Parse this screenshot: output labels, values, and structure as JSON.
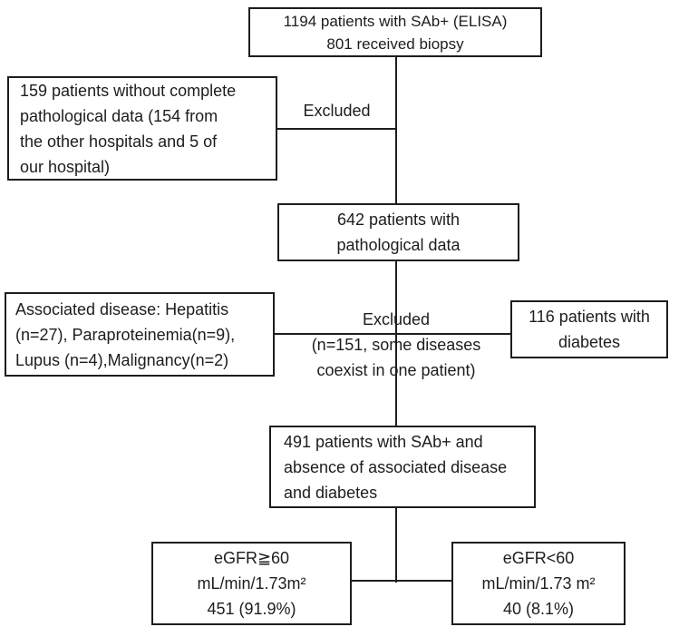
{
  "figure": {
    "type": "patient-flow-diagram",
    "background_color": "#ffffff",
    "line_color": "#1d1d1d",
    "text_color": "#1d1d1d"
  },
  "boxes": {
    "top_cohort": {
      "lines": [
        "1194 patients with SAb+ (ELISA)",
        "801 received biopsy"
      ]
    },
    "excluded_no_pathology": {
      "lines": [
        "159 patients without complete",
        "pathological data (154 from",
        "the other hospitals and 5 of",
        "our hospital)"
      ]
    },
    "pathological_data": {
      "lines": [
        "642 patients with",
        "pathological data"
      ]
    },
    "associated_disease": {
      "lines": [
        "Associated disease:  Hepatitis",
        "(n=27), Paraproteinemia(n=9),",
        "Lupus (n=4),Malignancy(n=2)"
      ]
    },
    "diabetes": {
      "lines": [
        "116 patients with",
        "diabetes"
      ]
    },
    "final_cohort": {
      "lines": [
        "491 patients with SAb+ and",
        "absence of associated disease",
        "and diabetes"
      ]
    },
    "egfr_high": {
      "lines": [
        "eGFR≧60",
        "mL/min/1.73m²",
        "451 (91.9%)"
      ]
    },
    "egfr_low": {
      "lines": [
        "eGFR<60",
        "mL/min/1.73 m²",
        "40 (8.1%)"
      ]
    }
  },
  "labels": {
    "excluded_first": "Excluded",
    "excluded_second": {
      "lines": [
        "Excluded",
        "(n=151, some diseases",
        "coexist in one patient)"
      ]
    }
  }
}
